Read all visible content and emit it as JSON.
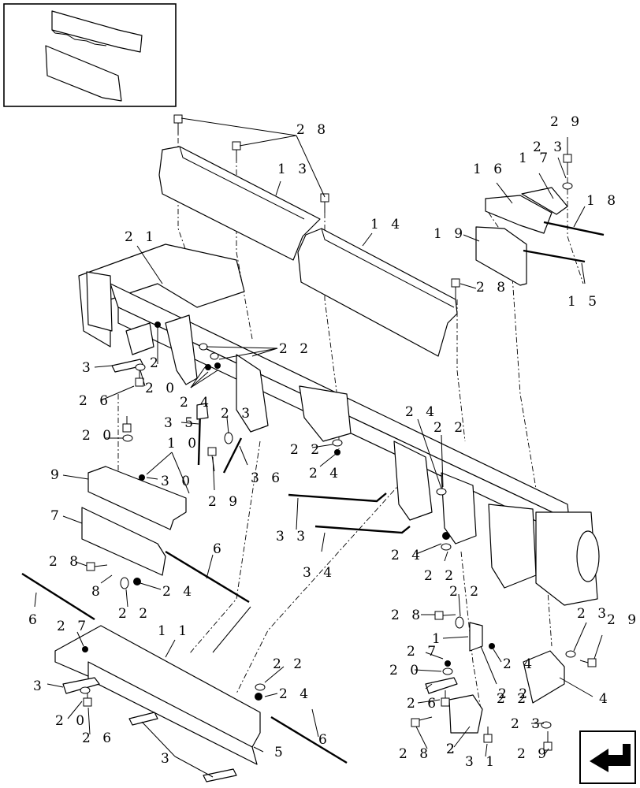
{
  "diagram": {
    "callouts": [
      {
        "id": "c28a",
        "text": "2 8"
      },
      {
        "id": "c29a",
        "text": "2 9"
      },
      {
        "id": "c23a",
        "text": "2 3"
      },
      {
        "id": "c13",
        "text": "1 3"
      },
      {
        "id": "c17",
        "text": "1 7"
      },
      {
        "id": "c16",
        "text": "1 6"
      },
      {
        "id": "c18",
        "text": "1 8"
      },
      {
        "id": "c14",
        "text": "1 4"
      },
      {
        "id": "c19",
        "text": "1 9"
      },
      {
        "id": "c21",
        "text": "2 1"
      },
      {
        "id": "c28b",
        "text": "2 8"
      },
      {
        "id": "c15",
        "text": "1 5"
      },
      {
        "id": "c22a",
        "text": "2 2"
      },
      {
        "id": "c3a",
        "text": "3"
      },
      {
        "id": "c2a",
        "text": "2"
      },
      {
        "id": "c20a",
        "text": "2 0"
      },
      {
        "id": "c24a",
        "text": "2 4"
      },
      {
        "id": "c26a",
        "text": "2 6"
      },
      {
        "id": "c35",
        "text": "3 5"
      },
      {
        "id": "c23b",
        "text": "2 3"
      },
      {
        "id": "c24b",
        "text": "2 4"
      },
      {
        "id": "c22b",
        "text": "2 2"
      },
      {
        "id": "c20b",
        "text": "2 0"
      },
      {
        "id": "c10",
        "text": "1 0"
      },
      {
        "id": "c22c",
        "text": "2 2"
      },
      {
        "id": "c24c",
        "text": "2 4"
      },
      {
        "id": "c36",
        "text": "3 6"
      },
      {
        "id": "c9",
        "text": "9"
      },
      {
        "id": "c30",
        "text": "3 0"
      },
      {
        "id": "c29b",
        "text": "2 9"
      },
      {
        "id": "c7",
        "text": "7"
      },
      {
        "id": "c33",
        "text": "3 3"
      },
      {
        "id": "c6a",
        "text": "6"
      },
      {
        "id": "c24d",
        "text": "2 4"
      },
      {
        "id": "c34",
        "text": "3 4"
      },
      {
        "id": "c22d",
        "text": "2 2"
      },
      {
        "id": "c28c",
        "text": "2 8"
      },
      {
        "id": "c8",
        "text": "8"
      },
      {
        "id": "c24e",
        "text": "2 4"
      },
      {
        "id": "c22e",
        "text": "2 2"
      },
      {
        "id": "c6b",
        "text": "6"
      },
      {
        "id": "c22f",
        "text": "2 2"
      },
      {
        "id": "c28d",
        "text": "2 8"
      },
      {
        "id": "c27a",
        "text": "2 7"
      },
      {
        "id": "c11",
        "text": "1 1"
      },
      {
        "id": "c1",
        "text": "1"
      },
      {
        "id": "c23c",
        "text": "2 3"
      },
      {
        "id": "c29c",
        "text": "2 9"
      },
      {
        "id": "c24f",
        "text": "2 4"
      },
      {
        "id": "c27b",
        "text": "2 7"
      },
      {
        "id": "c22g",
        "text": "2 2"
      },
      {
        "id": "c20c",
        "text": "2 0"
      },
      {
        "id": "c24g",
        "text": "2 4"
      },
      {
        "id": "c3b",
        "text": "3"
      },
      {
        "id": "c20d",
        "text": "2 0"
      },
      {
        "id": "c26b",
        "text": "2 6"
      },
      {
        "id": "c4",
        "text": "4"
      },
      {
        "id": "c6c",
        "text": "6"
      },
      {
        "id": "c3c",
        "text": "3"
      },
      {
        "id": "c22h",
        "text": "2 2"
      },
      {
        "id": "c26c",
        "text": "2 6"
      },
      {
        "id": "c5",
        "text": "5"
      },
      {
        "id": "c28e",
        "text": "2 8"
      },
      {
        "id": "c2b",
        "text": "2"
      },
      {
        "id": "c31",
        "text": "3 1"
      },
      {
        "id": "c23d",
        "text": "2 3"
      },
      {
        "id": "c29d",
        "text": "2 9"
      },
      {
        "id": "c22i",
        "text": "2 2"
      },
      {
        "id": "c2c",
        "text": "2"
      }
    ]
  },
  "nav": {
    "next_icon": "next-page-arrow-icon"
  }
}
